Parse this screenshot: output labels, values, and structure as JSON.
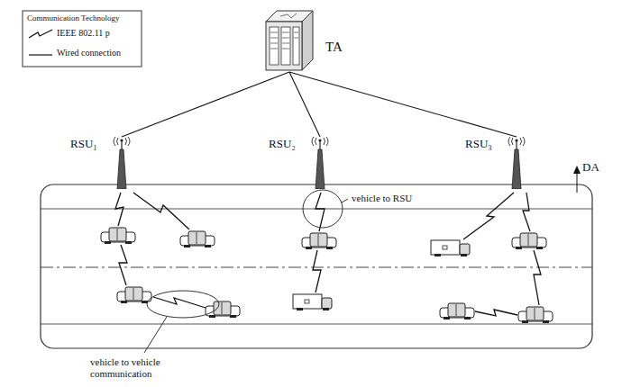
{
  "diagram": {
    "nodes": [
      {
        "text": [
          "TA"
        ]
      },
      {
        "text": [
          "RSU₁"
        ]
      },
      {
        "text": [
          "RSU₂"
        ]
      },
      {
        "text": [
          "RSU₃"
        ]
      }
    ],
    "edges": [
      {
        "from": 0,
        "to": 1,
        "arrow": "none"
      },
      {
        "from": 0,
        "to": 2,
        "arrow": "none"
      },
      {
        "from": 0,
        "to": 3,
        "arrow": "none"
      }
    ],
    "labels": [
      "Communication Technology",
      "DA",
      "vehicle to RSU",
      "vehicle to vehicle communication"
    ],
    "legend": [
      {
        "text": "IEEE 802.11 p"
      },
      {
        "text": "Wired connection"
      }
    ]
  }
}
